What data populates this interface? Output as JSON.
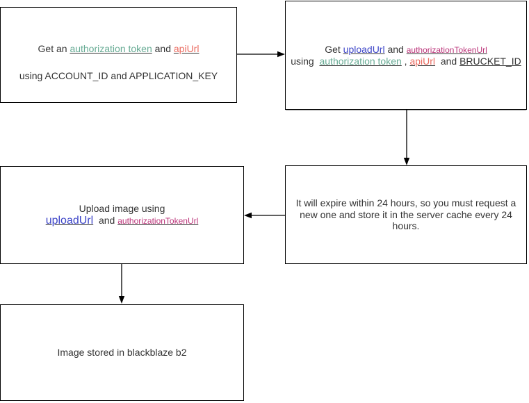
{
  "colors": {
    "text": "#333333",
    "border": "#000000",
    "arrow": "#000000",
    "teal": "#67ab94",
    "salmon": "#ea6b60",
    "blue": "#3e46c8",
    "magenta": "#bb3379"
  },
  "nodes": {
    "get_token": {
      "line1": {
        "t0": "Get an ",
        "link_auth_token": "authorization token",
        "t1": " and ",
        "link_api_url": "apiUrl"
      },
      "line2": "using ACCOUNT_ID and APPLICATION_KEY"
    },
    "get_upload_url": {
      "line1": {
        "t0": "Get ",
        "link_upload_url": "uploadUrl",
        "t1": " and ",
        "link_auth_token_url": "authorizationTokenUrl"
      },
      "line2": {
        "t0": "using  ",
        "link_auth_token": "authorization token",
        "t1": " , ",
        "link_api_url": "apiUrl",
        "t2": "  and ",
        "link_bucket_id": "BRUCKET_ID"
      }
    },
    "expiry_note": {
      "text": "It will expire within 24 hours, so you must request a new one and store it in the server cache every 24 hours."
    },
    "upload_image": {
      "line1": "Upload image using",
      "line2": {
        "link_upload_url": "uploadUrl",
        "t0": "  and ",
        "link_auth_token_url": "authorizationTokenUrl"
      }
    },
    "stored": {
      "text": "Image stored in blackblaze b2"
    }
  },
  "edges": [
    {
      "from": "get-token-node",
      "to": "get-upload-url-node",
      "direction": "right"
    },
    {
      "from": "get-upload-url-node",
      "to": "expiry-note-node",
      "direction": "down"
    },
    {
      "from": "expiry-note-node",
      "to": "upload-image-node",
      "direction": "left"
    },
    {
      "from": "upload-image-node",
      "to": "stored-node",
      "direction": "down"
    }
  ]
}
